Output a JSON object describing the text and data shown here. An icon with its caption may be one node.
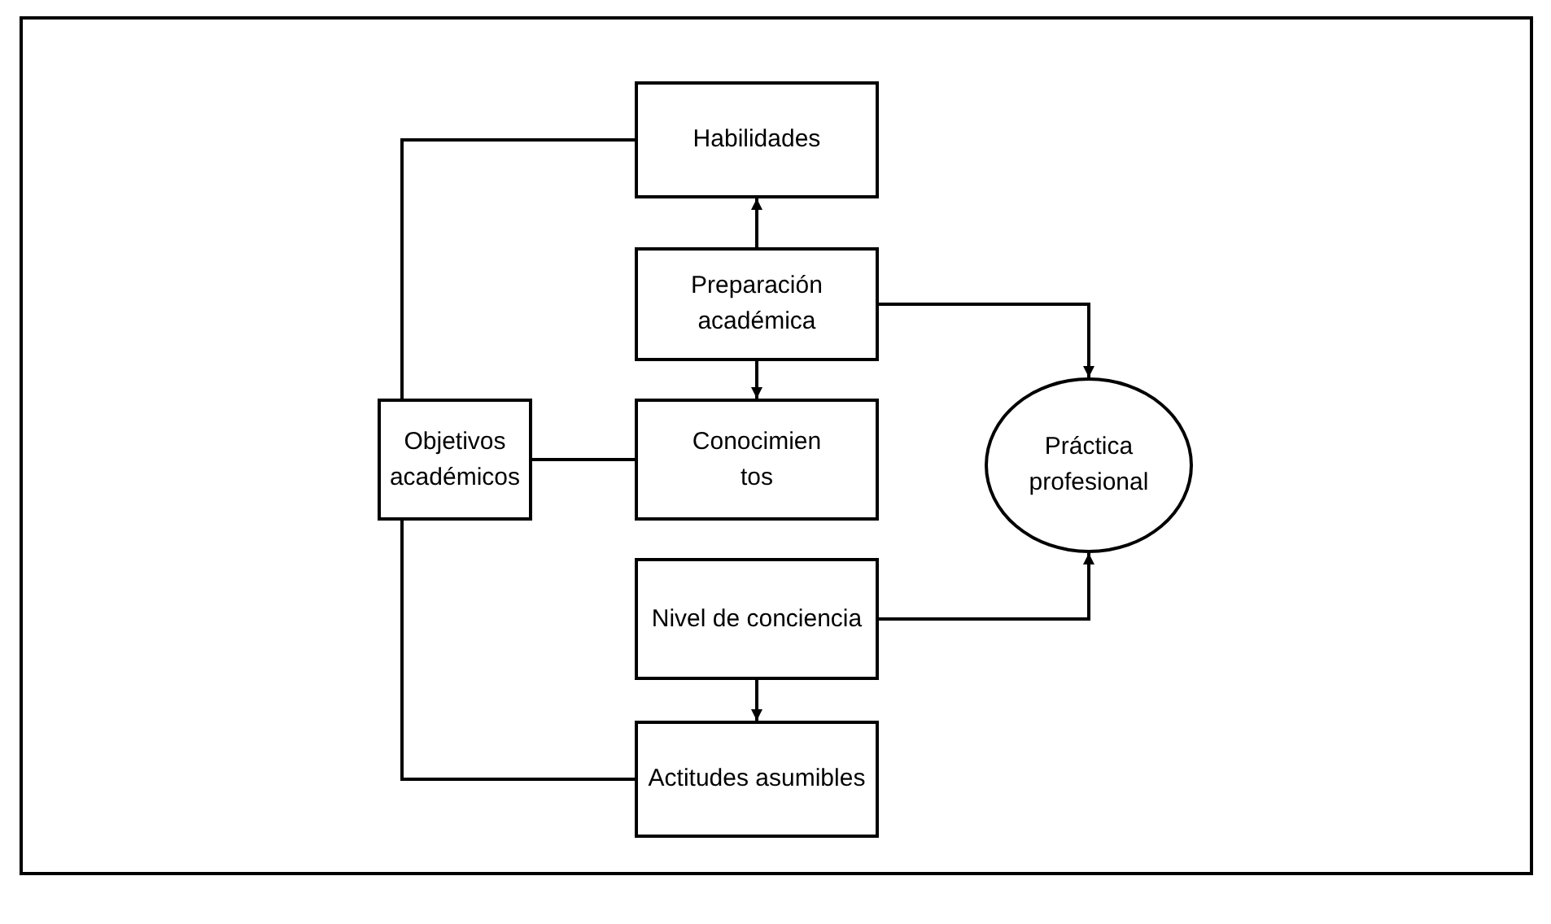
{
  "diagram": {
    "nodes": [
      {
        "text": [
          "Habilidades"
        ]
      },
      {
        "text": [
          "Preparación académica"
        ]
      },
      {
        "text": [
          "Objetivos académicos"
        ]
      },
      {
        "text": [
          "Conocimien tos"
        ]
      },
      {
        "text": [
          "Práctica profesional"
        ]
      },
      {
        "text": [
          "Nivel de conciencia"
        ]
      },
      {
        "text": [
          "Actitudes asumibles"
        ]
      }
    ],
    "edges": [
      {
        "from": 1,
        "to": 0,
        "arrow": "to"
      },
      {
        "from": 1,
        "to": 3,
        "arrow": "to"
      },
      {
        "from": 1,
        "to": 4,
        "arrow": "to"
      },
      {
        "from": 2,
        "to": 0,
        "arrow": "none"
      },
      {
        "from": 2,
        "to": 3,
        "arrow": "none"
      },
      {
        "from": 2,
        "to": 6,
        "arrow": "none"
      },
      {
        "from": 5,
        "to": 4,
        "arrow": "to"
      },
      {
        "from": 5,
        "to": 6,
        "arrow": "to"
      }
    ]
  }
}
